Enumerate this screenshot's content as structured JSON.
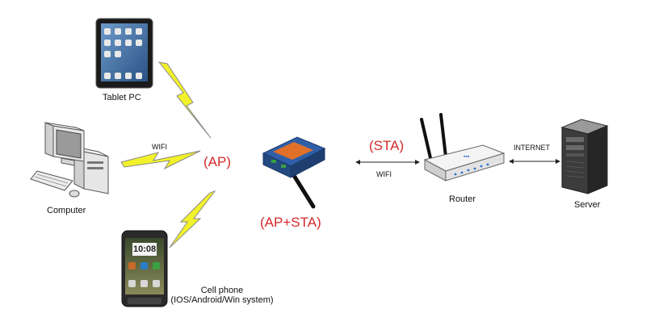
{
  "devices": {
    "tablet": {
      "label": "Tablet PC"
    },
    "computer": {
      "label": "Computer"
    },
    "phone": {
      "label_line1": "Cell phone",
      "label_line2": "(IOS/Android/Win system)",
      "time": "10:08"
    },
    "module": {
      "label": "(AP+STA)"
    },
    "router": {
      "label": "Router"
    },
    "server": {
      "label": "Server"
    }
  },
  "links": {
    "ap_label": "(AP)",
    "sta_label": "(STA)",
    "wifi_left": "WIFI",
    "wifi_right": "WIFI",
    "internet": "INTERNET"
  },
  "colors": {
    "accent_red": "#d42a2a",
    "bolt_yellow": "#f2f22a"
  }
}
